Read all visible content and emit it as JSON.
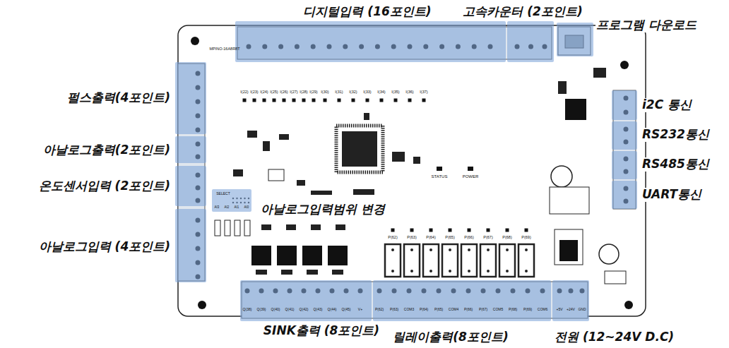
{
  "diagram": {
    "nodes": [
      {
        "text": [
          "디지털입력 (16포인트)"
        ]
      },
      {
        "text": [
          "고속카운터 (2포인트)"
        ]
      },
      {
        "text": [
          "프로그램 다운로드"
        ]
      },
      {
        "text": [
          "펄스출력(4포인트)"
        ]
      },
      {
        "text": [
          "아날로그출력(2포인트)"
        ]
      },
      {
        "text": [
          "온도센서입력 (2포인트)"
        ]
      },
      {
        "text": [
          "아날로그입력범위 변경"
        ]
      },
      {
        "text": [
          "아날로그입력 (4포인트)"
        ]
      },
      {
        "text": [
          "i2C 통신"
        ]
      },
      {
        "text": [
          "RS232통신"
        ]
      },
      {
        "text": [
          "RS485통신"
        ]
      },
      {
        "text": [
          "UART통신"
        ]
      },
      {
        "text": [
          "SINK출력 (8포인트)"
        ]
      },
      {
        "text": [
          "릴레이출력(8포인트)"
        ]
      },
      {
        "text": [
          "전원 (12~24V D.C)"
        ]
      }
    ],
    "labels": [
      "I(22)",
      "I(23)",
      "I(24)",
      "I(25)",
      "I(26)",
      "I(27)",
      "I(28)",
      "I(29)",
      "I(30)",
      "I(31)",
      "I(32)",
      "I(33)",
      "I(34)",
      "I(35)",
      "I(36)",
      "I(37)",
      "STATUS",
      "POWER",
      "SELECT",
      "AI3",
      "AI2",
      "AI1",
      "AI0",
      "P(62)",
      "P(63)",
      "P(64)",
      "P(65)",
      "P(66)",
      "P(67)",
      "P(68)",
      "P(69)",
      "Q(38)",
      "Q(39)",
      "Q(40)",
      "Q(41)",
      "Q(42)",
      "Q(43)",
      "Q(44)",
      "Q(45)",
      "V+",
      "P(62)",
      "P(63)",
      "COM3",
      "P(64)",
      "P(65)",
      "COM4",
      "P(66)",
      "P(67)",
      "COM5",
      "P(68)",
      "P(69)",
      "COM6",
      "+5V",
      "+24V",
      "GND",
      "MPINO-16A8R8T"
    ]
  }
}
